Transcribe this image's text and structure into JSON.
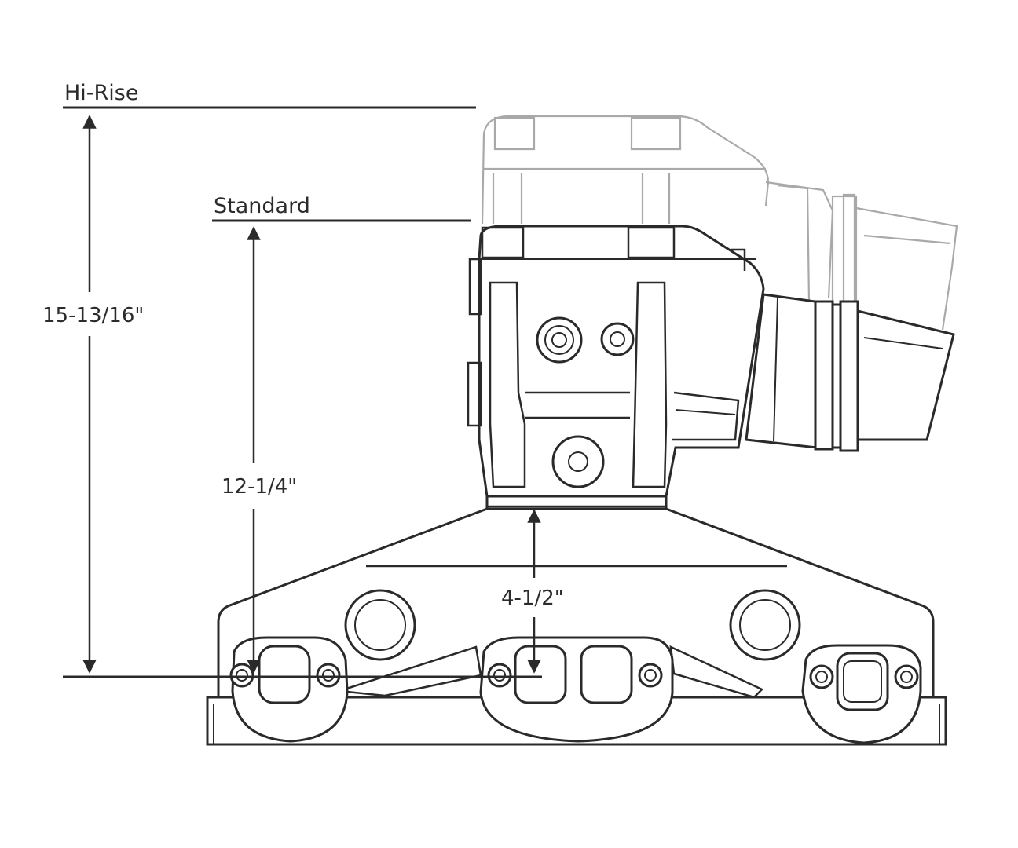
{
  "levels": {
    "hi_rise": "Hi-Rise",
    "standard": "Standard"
  },
  "dimensions": {
    "hi_rise_height": "15-13/16\"",
    "standard_height": "12-1/4\"",
    "manifold_height": "4-1/2\""
  },
  "colors": {
    "line": "#2a2a2a",
    "ghost_outline": "#a9a9a9",
    "background": "#ffffff"
  }
}
